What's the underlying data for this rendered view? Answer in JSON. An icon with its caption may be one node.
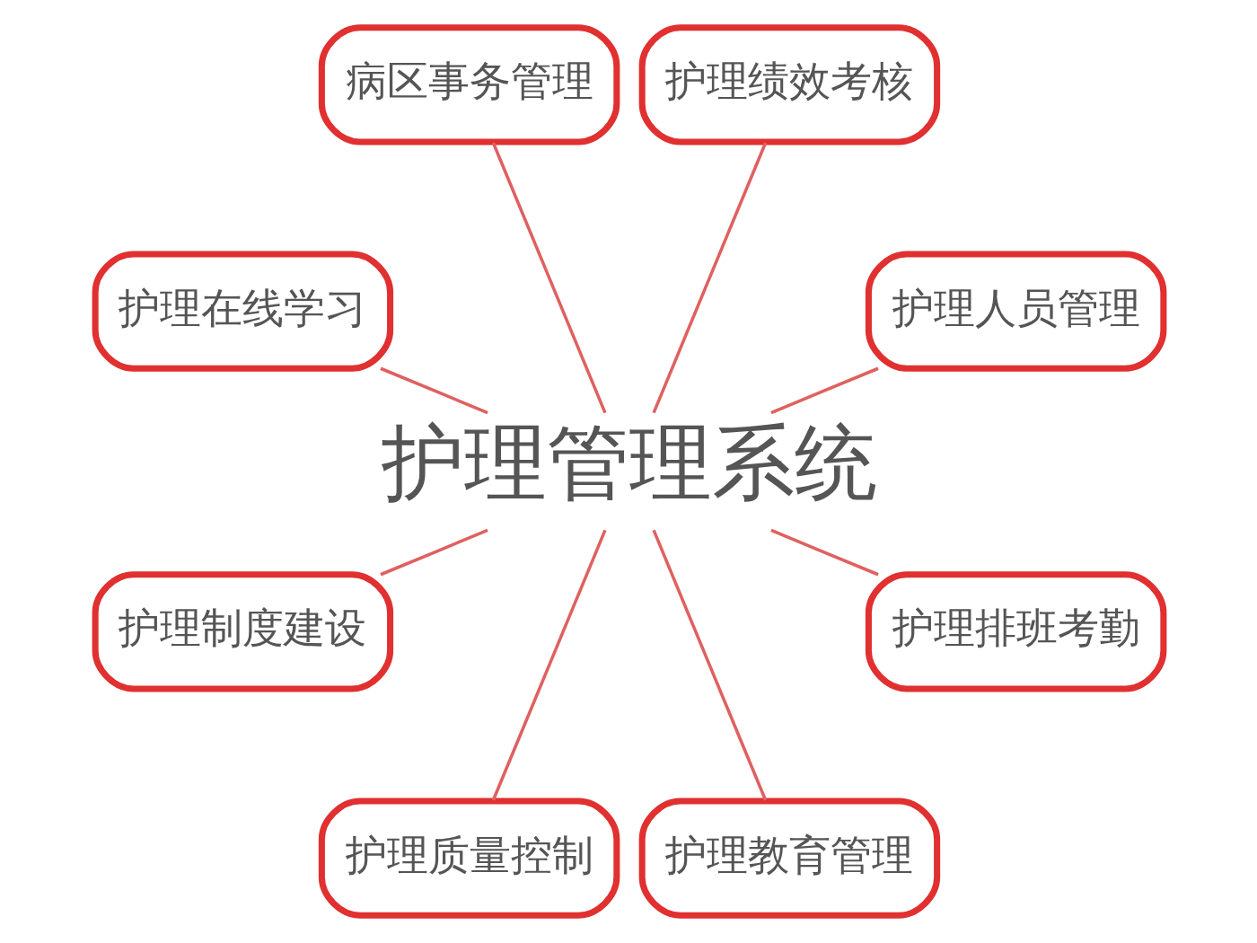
{
  "diagram": {
    "nodes": [
      {
        "text": [
          "护理管理系统"
        ]
      },
      {
        "text": [
          "护理人员管理"
        ]
      },
      {
        "text": [
          "护理绩效考核"
        ]
      },
      {
        "text": [
          "病区事务管理"
        ]
      },
      {
        "text": [
          "护理在线学习"
        ]
      },
      {
        "text": [
          "护理制度建设"
        ]
      },
      {
        "text": [
          "护理质量控制"
        ]
      },
      {
        "text": [
          "护理教育管理"
        ]
      },
      {
        "text": [
          "护理排班考勤"
        ]
      }
    ],
    "edges": [
      {
        "from": 0,
        "to": 1,
        "arrow": "none"
      },
      {
        "from": 0,
        "to": 2,
        "arrow": "none"
      },
      {
        "from": 0,
        "to": 3,
        "arrow": "none"
      },
      {
        "from": 0,
        "to": 4,
        "arrow": "none"
      },
      {
        "from": 0,
        "to": 5,
        "arrow": "none"
      },
      {
        "from": 0,
        "to": 6,
        "arrow": "none"
      },
      {
        "from": 0,
        "to": 7,
        "arrow": "none"
      },
      {
        "from": 0,
        "to": 8,
        "arrow": "none"
      }
    ]
  }
}
